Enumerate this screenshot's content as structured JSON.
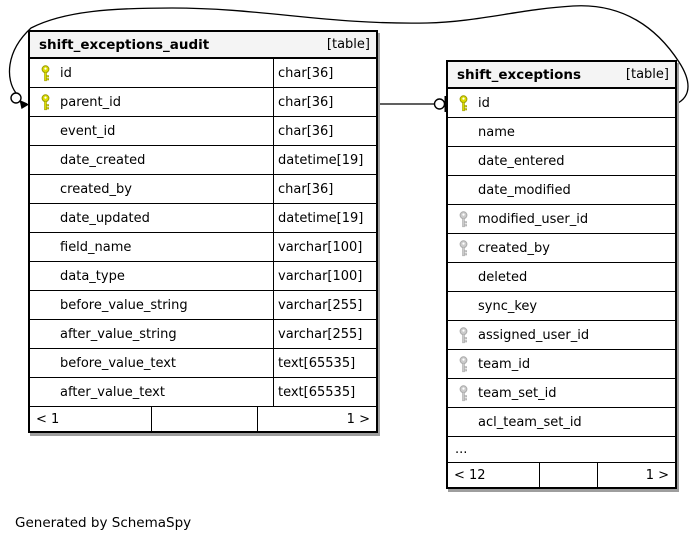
{
  "diagram": {
    "footer_note": "Generated by SchemaSpy",
    "relationship": "shift_exceptions_audit.parent_id references shift_exceptions.id"
  },
  "colors": {
    "primary_key": "#dddd00",
    "primary_key_outline": "#9b9b00",
    "foreign_key": "#cccccc",
    "foreign_key_outline": "#aaaaaa",
    "header_bg": "#f4f4f4",
    "border": "#000000",
    "shadow": "#9e9e9e",
    "edge": "#000000"
  },
  "tables": [
    {
      "name": "shift_exceptions_audit",
      "badge": "[table]",
      "has_types": true,
      "columns": [
        {
          "name": "id",
          "type": "char[36]",
          "key": "primary"
        },
        {
          "name": "parent_id",
          "type": "char[36]",
          "key": "primary"
        },
        {
          "name": "event_id",
          "type": "char[36]",
          "key": "none"
        },
        {
          "name": "date_created",
          "type": "datetime[19]",
          "key": "none"
        },
        {
          "name": "created_by",
          "type": "char[36]",
          "key": "none"
        },
        {
          "name": "date_updated",
          "type": "datetime[19]",
          "key": "none"
        },
        {
          "name": "field_name",
          "type": "varchar[100]",
          "key": "none"
        },
        {
          "name": "data_type",
          "type": "varchar[100]",
          "key": "none"
        },
        {
          "name": "before_value_string",
          "type": "varchar[255]",
          "key": "none"
        },
        {
          "name": "after_value_string",
          "type": "varchar[255]",
          "key": "none"
        },
        {
          "name": "before_value_text",
          "type": "text[65535]",
          "key": "none"
        },
        {
          "name": "after_value_text",
          "type": "text[65535]",
          "key": "none"
        }
      ],
      "ellipsis": null,
      "footer": {
        "left": "< 1",
        "middle": "",
        "right": "1 >"
      }
    },
    {
      "name": "shift_exceptions",
      "badge": "[table]",
      "has_types": false,
      "columns": [
        {
          "name": "id",
          "type": "",
          "key": "primary"
        },
        {
          "name": "name",
          "type": "",
          "key": "none"
        },
        {
          "name": "date_entered",
          "type": "",
          "key": "none"
        },
        {
          "name": "date_modified",
          "type": "",
          "key": "none"
        },
        {
          "name": "modified_user_id",
          "type": "",
          "key": "foreign"
        },
        {
          "name": "created_by",
          "type": "",
          "key": "foreign"
        },
        {
          "name": "deleted",
          "type": "",
          "key": "none"
        },
        {
          "name": "sync_key",
          "type": "",
          "key": "none"
        },
        {
          "name": "assigned_user_id",
          "type": "",
          "key": "foreign"
        },
        {
          "name": "team_id",
          "type": "",
          "key": "foreign"
        },
        {
          "name": "team_set_id",
          "type": "",
          "key": "foreign"
        },
        {
          "name": "acl_team_set_id",
          "type": "",
          "key": "none"
        }
      ],
      "ellipsis": "...",
      "footer": {
        "left": "< 12",
        "middle": "",
        "right": "1 >"
      }
    }
  ]
}
